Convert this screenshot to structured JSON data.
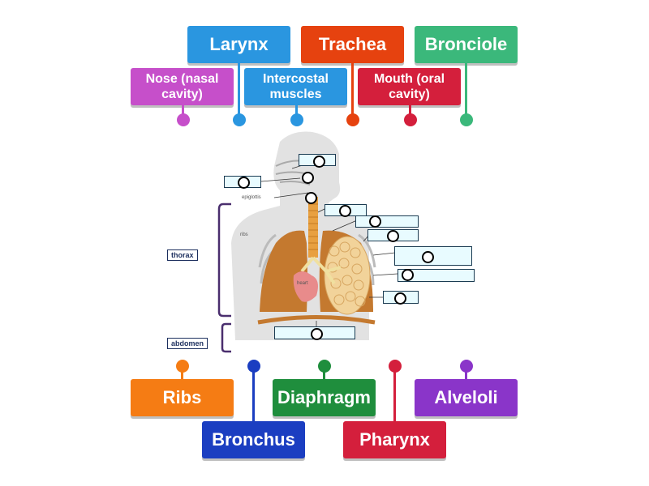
{
  "top_tiles": [
    {
      "label": "Larynx",
      "color": "#2a96e0"
    },
    {
      "label": "Trachea",
      "color": "#e6420f"
    },
    {
      "label": "Bronciole",
      "color": "#3bb87b"
    },
    {
      "label": "Nose (nasal cavity)",
      "color": "#c64fca"
    },
    {
      "label": "Intercostal muscles",
      "color": "#2a96e0"
    },
    {
      "label": "Mouth (oral cavity)",
      "color": "#d41f3c"
    }
  ],
  "bottom_tiles": [
    {
      "label": "Ribs",
      "color": "#f57c14"
    },
    {
      "label": "Bronchus",
      "color": "#1b3ec1"
    },
    {
      "label": "Diaphragm",
      "color": "#1f8e3d"
    },
    {
      "label": "Pharynx",
      "color": "#d41f3c"
    },
    {
      "label": "Alveloli",
      "color": "#8a35c9"
    }
  ],
  "diagram": {
    "labels": {
      "thorax": "thorax",
      "abdomen": "abdomen",
      "epiglottis": "epiglottis",
      "ribs": "ribs",
      "heart": "heart"
    }
  }
}
